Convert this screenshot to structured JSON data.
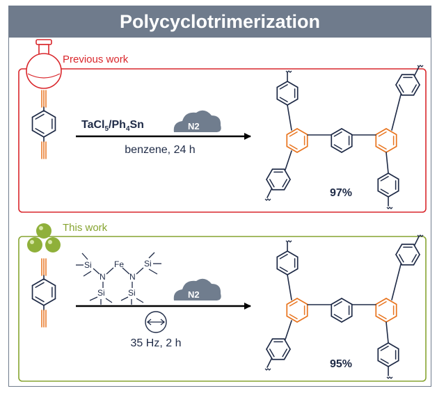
{
  "title": "Polycyclotrimerization",
  "panels": {
    "previous": {
      "label": "Previous work",
      "reagent": "TaCl5/Ph4Sn",
      "atmosphere": "N2",
      "conditions": "benzene, 24 h",
      "yield": "97%"
    },
    "current": {
      "label": "This work",
      "catalyst_atoms": {
        "si": "Si",
        "n": "N",
        "fe": "Fe"
      },
      "atmosphere": "N2",
      "conditions": "35 Hz, 2 h",
      "yield": "95%"
    }
  },
  "colors": {
    "banner": "#6f7b8c",
    "previous_accent": "#d9262b",
    "current_accent": "#86a430",
    "alkyne": "#e8741e",
    "bond_dark": "#1e2a46",
    "arrow": "#000000",
    "cloud": "#707d8e"
  }
}
